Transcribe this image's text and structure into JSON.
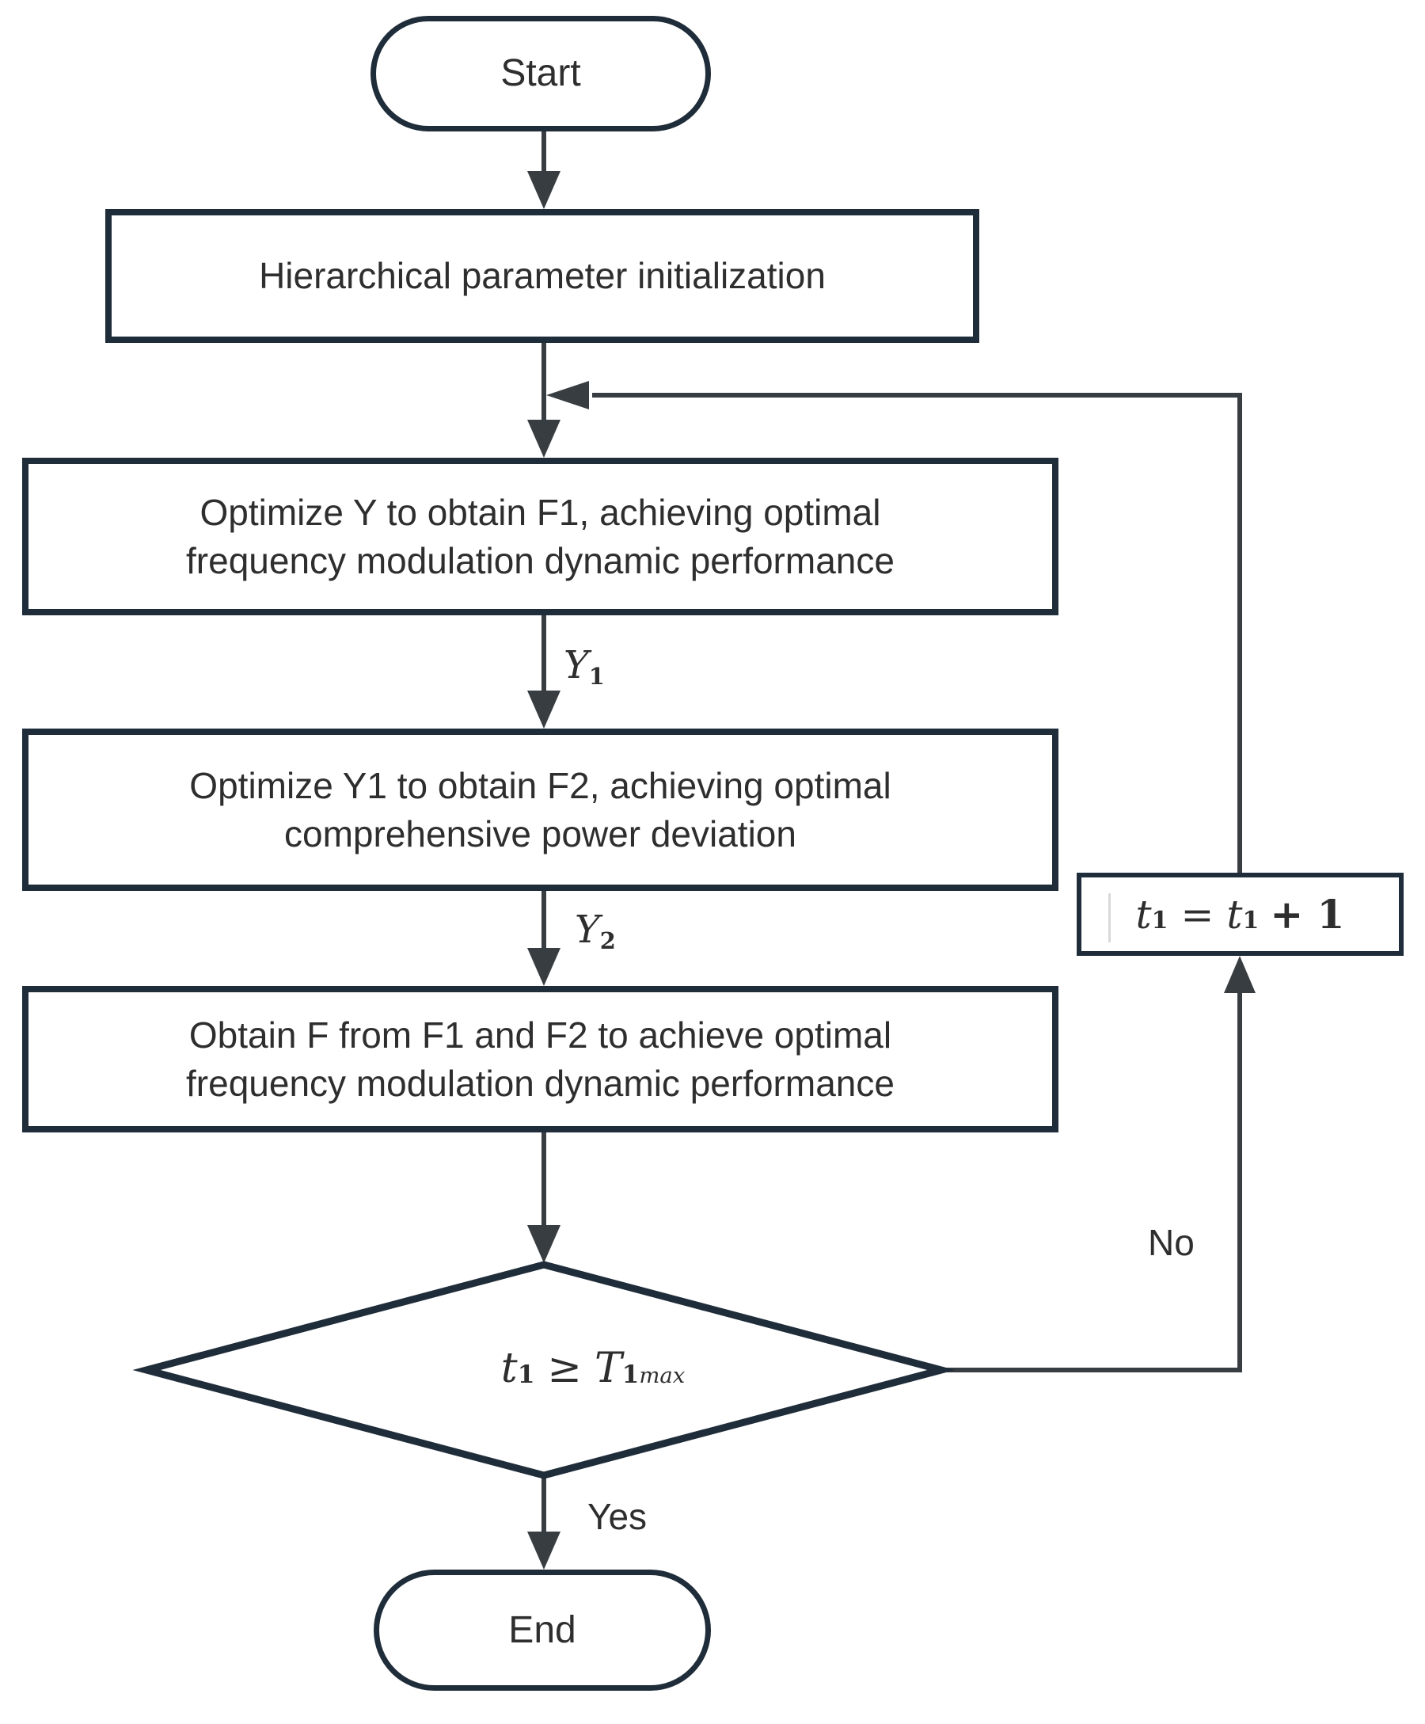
{
  "diagram": {
    "title": "Hierarchical optimization flowchart",
    "colors": {
      "border": "#1f2c39",
      "line": "#383d42",
      "text": "#2e2e2e",
      "bg": "#ffffff"
    }
  },
  "nodes": {
    "start": {
      "label": "Start"
    },
    "init": {
      "label": "Hierarchical parameter initialization"
    },
    "opt1": {
      "line1": "Optimize Y to obtain F1, achieving optimal",
      "line2": "frequency modulation dynamic performance"
    },
    "opt2": {
      "line1": "Optimize Y1 to obtain F2, achieving optimal",
      "line2": "comprehensive power deviation"
    },
    "combine": {
      "line1": "Obtain F from F1 and F2 to achieve optimal",
      "line2": "frequency modulation dynamic performance"
    },
    "decision": {
      "lhs": "t",
      "lhs_sub": "1",
      "op": "≥",
      "rhs": "T",
      "rhs_sub": "1",
      "rhs_sub_word": "max"
    },
    "increment": {
      "lhs": "t",
      "lhs_sub": "1",
      "eq": "=",
      "rhs": "t",
      "rhs_sub": "1",
      "tail": "+ 1"
    },
    "end": {
      "label": "End"
    }
  },
  "edges": {
    "y1": {
      "base": "Y",
      "sub": "1"
    },
    "y2": {
      "base": "Y",
      "sub": "2"
    },
    "yes": "Yes",
    "no": "No"
  }
}
